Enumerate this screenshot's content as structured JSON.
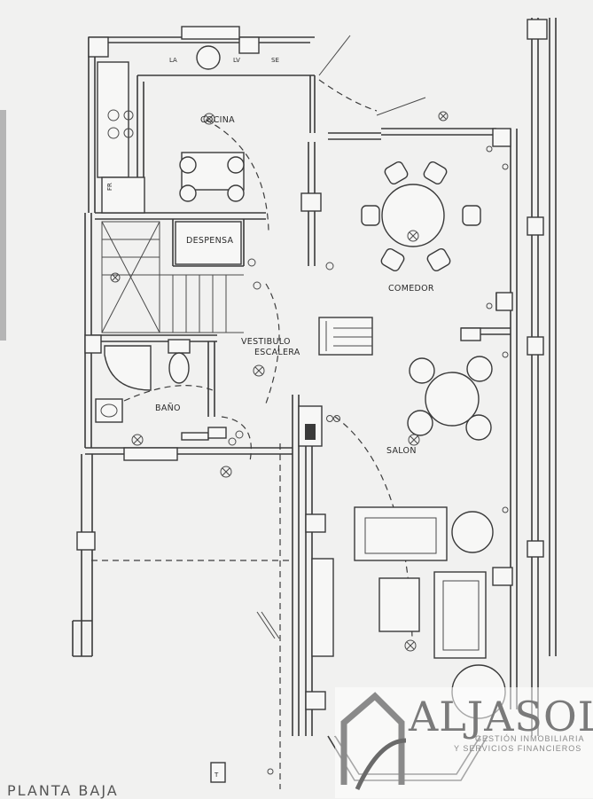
{
  "rooms": {
    "cocina": "COCINA",
    "despensa": "DESPENSA",
    "comedor": "COMEDOR",
    "vestibulo": "VESTIBULO",
    "escalera": "ESCALERA",
    "bano": "BAÑO",
    "salon": "SALON"
  },
  "fixtures": {
    "la": "LA",
    "lv": "LV",
    "se": "SE",
    "fr": "FR",
    "t": "T"
  },
  "watermark": {
    "brand": "ALJASOL",
    "line1": "GESTIÓN INMOBILIARIA",
    "line2": "Y SERVICIOS FINANCIEROS"
  },
  "footer": "PLANTA BAJA"
}
